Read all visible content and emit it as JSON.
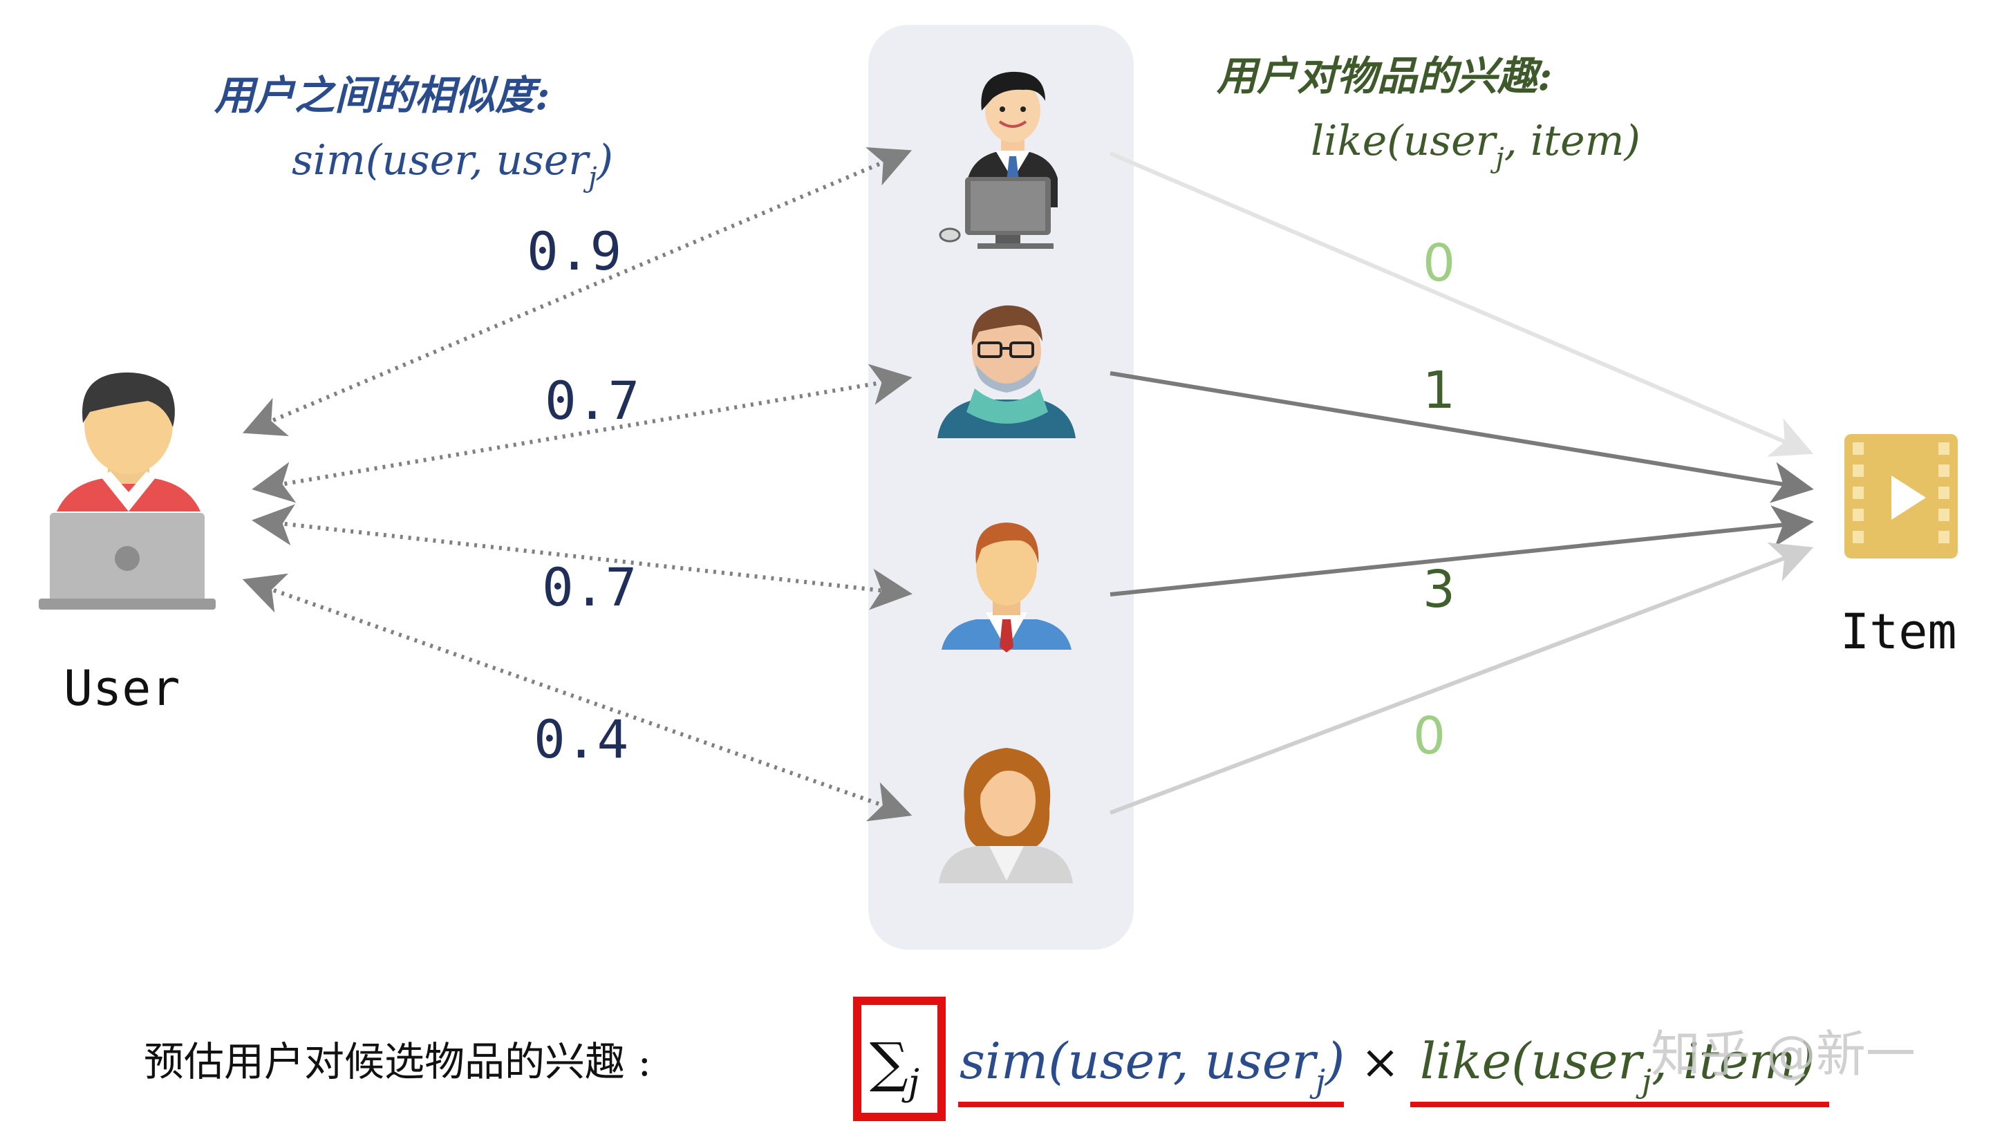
{
  "left_header": {
    "title": "用户之间的相似度:",
    "formula_main": "sim(user, user",
    "formula_sub": "j",
    "formula_close": ")"
  },
  "right_header": {
    "title": "用户对物品的兴趣:",
    "formula_main": "like(user",
    "formula_sub": "j",
    "formula_close": ", item)"
  },
  "user_label": "User",
  "item_label": "Item",
  "similarities": [
    "0.9",
    "0.7",
    "0.7",
    "0.4"
  ],
  "likes": [
    "0",
    "1",
    "3",
    "0"
  ],
  "bottom": {
    "prefix": "预估用户对候选物品的兴趣 :",
    "sum_symbol": "∑",
    "sum_sub": "j",
    "sim_main": "sim(user, user",
    "sim_sub": "j",
    "sim_close": ")",
    "times": "×",
    "like_main": "like(user",
    "like_sub": "j",
    "like_close": ", item)"
  },
  "watermark": "知乎 @新一",
  "icons": [
    "user-laptop-icon",
    "businessman-computer-icon",
    "man-glasses-scarf-icon",
    "man-shirt-tie-icon",
    "woman-icon",
    "video-file-icon"
  ],
  "colors": {
    "blue_text": "#2b4c8c",
    "green_text": "#3e5a2a",
    "light_green": "#9fcf85",
    "dark_green": "#3f5f2c",
    "panel": "#eceef3",
    "red_box": "#e01010",
    "item_gold": "#e6c265"
  }
}
